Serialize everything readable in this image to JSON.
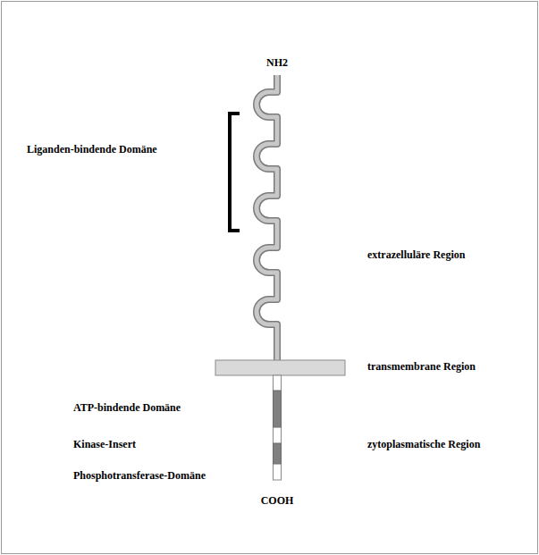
{
  "diagram": {
    "labels": [
      "NH2",
      "Liganden-bindende Domäne",
      "extrazelluläre Region",
      "transmembrane Region",
      "ATP-bindende Domäne",
      "Kinase-Insert",
      "zytoplasmatische Region",
      "Phosphotransferase-Domäne",
      "COOH"
    ]
  }
}
